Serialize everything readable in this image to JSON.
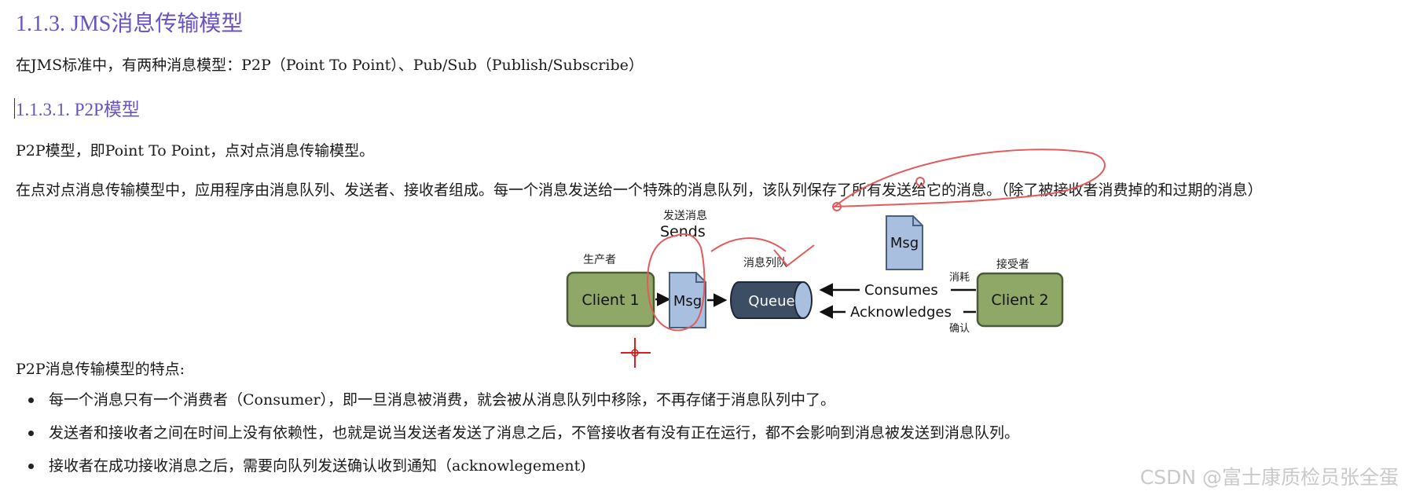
{
  "heading1": "1.1.3. JMS消息传输模型",
  "intro": "在JMS标准中，有两种消息模型：P2P（Point To Point）、Pub/Sub（Publish/Subscribe）",
  "heading2": "1.1.3.1. P2P模型",
  "p2p_def": "P2P模型，即Point To Point，点对点消息传输模型。",
  "p2p_desc": "在点对点消息传输模型中，应用程序由消息队列、发送者、接收者组成。每一个消息发送给一个特殊的消息队列，该队列保存了所有发送给它的消息。（除了被接收者消费掉的和过期的消息）",
  "diagram": {
    "producer_cn": "生产者",
    "client1": "Client 1",
    "send_cn": "发送消息",
    "send_en": "Sends",
    "msg_left": "Msg",
    "queue_cn": "消息列队",
    "queue": "Queue",
    "msg_top": "Msg",
    "consumes": "Consumes",
    "consume_cn": "消耗",
    "acknowledges": "Acknowledges",
    "ack_cn": "确认",
    "receiver_cn": "接受者",
    "client2": "Client 2"
  },
  "features_title": "P2P消息传输模型的特点:",
  "features": [
    "每一个消息只有一个消费者（Consumer），即一旦消息被消费，就会被从消息队列中移除，不再存储于消息队列中了。",
    "发送者和接收者之间在时间上没有依赖性，也就是说当发送者发送了消息之后，不管接收者有没有正在运行，都不会影响到消息被发送到消息队列。",
    "接收者在成功接收消息之后，需要向队列发送确认收到通知（acknowlegement)"
  ],
  "watermark": "CSDN @富士康质检员张全蛋",
  "colors": {
    "heading": "#6a52c2",
    "client_fill": "#8fa867",
    "msg_fill": "#a9bfe0",
    "queue_fill": "#3d4d63",
    "annotation": "#e25b5b"
  }
}
